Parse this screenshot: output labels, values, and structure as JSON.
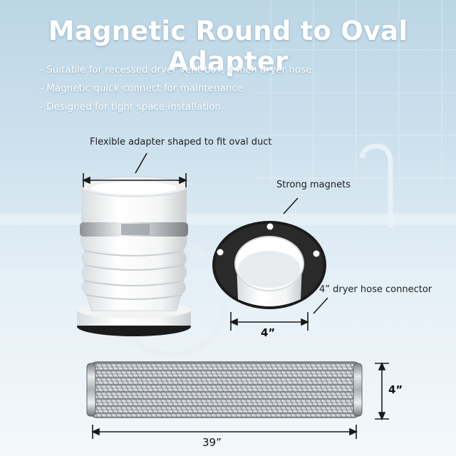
{
  "title": "Magnetic Round to Oval Adapter",
  "features": [
    "Suitable for recessed dryer vent box, 4 inch dryer hose",
    "Magnetic quick connect for maintenance",
    "Designed for tight space installation"
  ],
  "callouts": {
    "adapter": "Flexible adapter shaped to fit oval duct",
    "magnets": "Strong magnets",
    "connector": "4” dryer hose connector"
  },
  "dimensions": {
    "connector_width": "4”",
    "hose_diameter": "4”",
    "hose_length": "39”"
  }
}
